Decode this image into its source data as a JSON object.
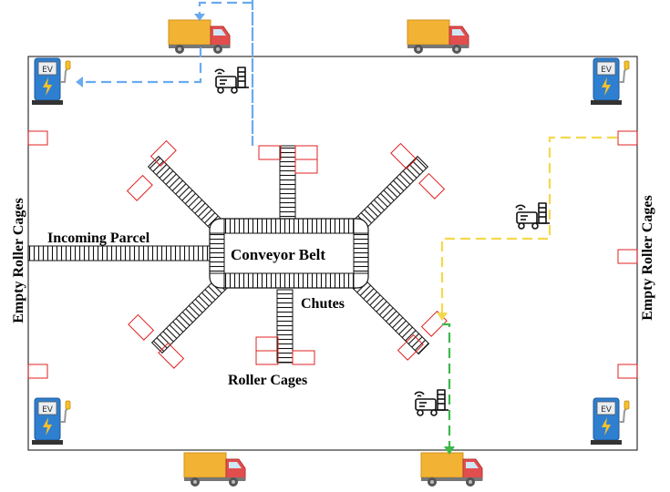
{
  "labels": {
    "incoming_parcel": "Incoming Parcel",
    "conveyor_belt": "Conveyor Belt",
    "chutes": "Chutes",
    "roller_cages": "Roller Cages",
    "empty_cages_left": "Empty Roller Cages",
    "empty_cages_right": "Empty Roller Cages"
  },
  "ev_label": "EV",
  "colors": {
    "outline": "#333333",
    "belt_stroke": "#111111",
    "cage": "#e02020",
    "path_blue": "#6aaaf0",
    "path_yellow": "#f5d84a",
    "path_green": "#3db84a",
    "truck_cargo": "#f2b233",
    "truck_cab": "#e24d4d",
    "charger_blue": "#2f7fd0",
    "charger_screen": "#e9eef3",
    "bolt": "#f6c12a"
  },
  "icons": {
    "truck": "truck-icon",
    "charger": "ev-charger-icon",
    "robot": "agv-robot-icon"
  }
}
